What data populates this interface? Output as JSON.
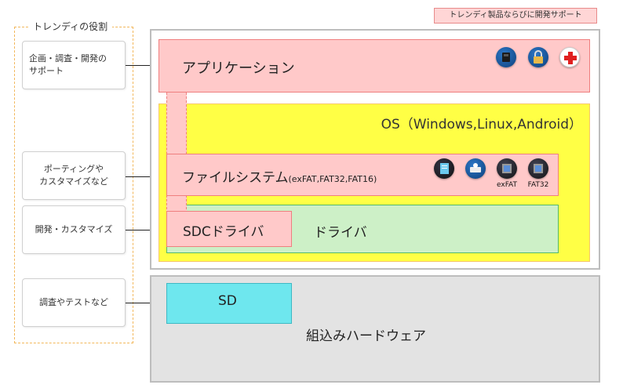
{
  "roles": {
    "title": "トレンディの役割",
    "items": [
      {
        "label": "企画・調査・開発の\nサポート"
      },
      {
        "label": "ポーティングや\nカスタマイズなど"
      },
      {
        "label": "開発・カスタマイズ"
      },
      {
        "label": "調査やテストなど"
      }
    ]
  },
  "corner_tag": "トレンディ製品ならびに開発サポート",
  "layers": {
    "application": "アプリケーション",
    "os": "OS（Windows,Linux,Android）",
    "filesystem": "ファイルシステム",
    "filesystem_types": "(exFAT,FAT32,FAT16)",
    "driver": "ドライバ",
    "sdc_driver": "SDCドライバ",
    "sd": "SD",
    "hardware": "組込みハードウェア"
  },
  "icons": {
    "app": [
      "disk-icon",
      "lock-icon",
      "medical-cross-icon"
    ],
    "filesystem": [
      "document-icon",
      "disk-drive-icon",
      "exfat-icon",
      "fat32-icon"
    ],
    "exfat_label": "exFAT",
    "fat32_label": "FAT32"
  },
  "colors": {
    "application": "#ffc9c9",
    "os": "#ffff45",
    "driver": "#cdf0c7",
    "sd": "#6ee7ee",
    "hardware": "#e3e3e3",
    "roles_border": "#f2b75b"
  }
}
